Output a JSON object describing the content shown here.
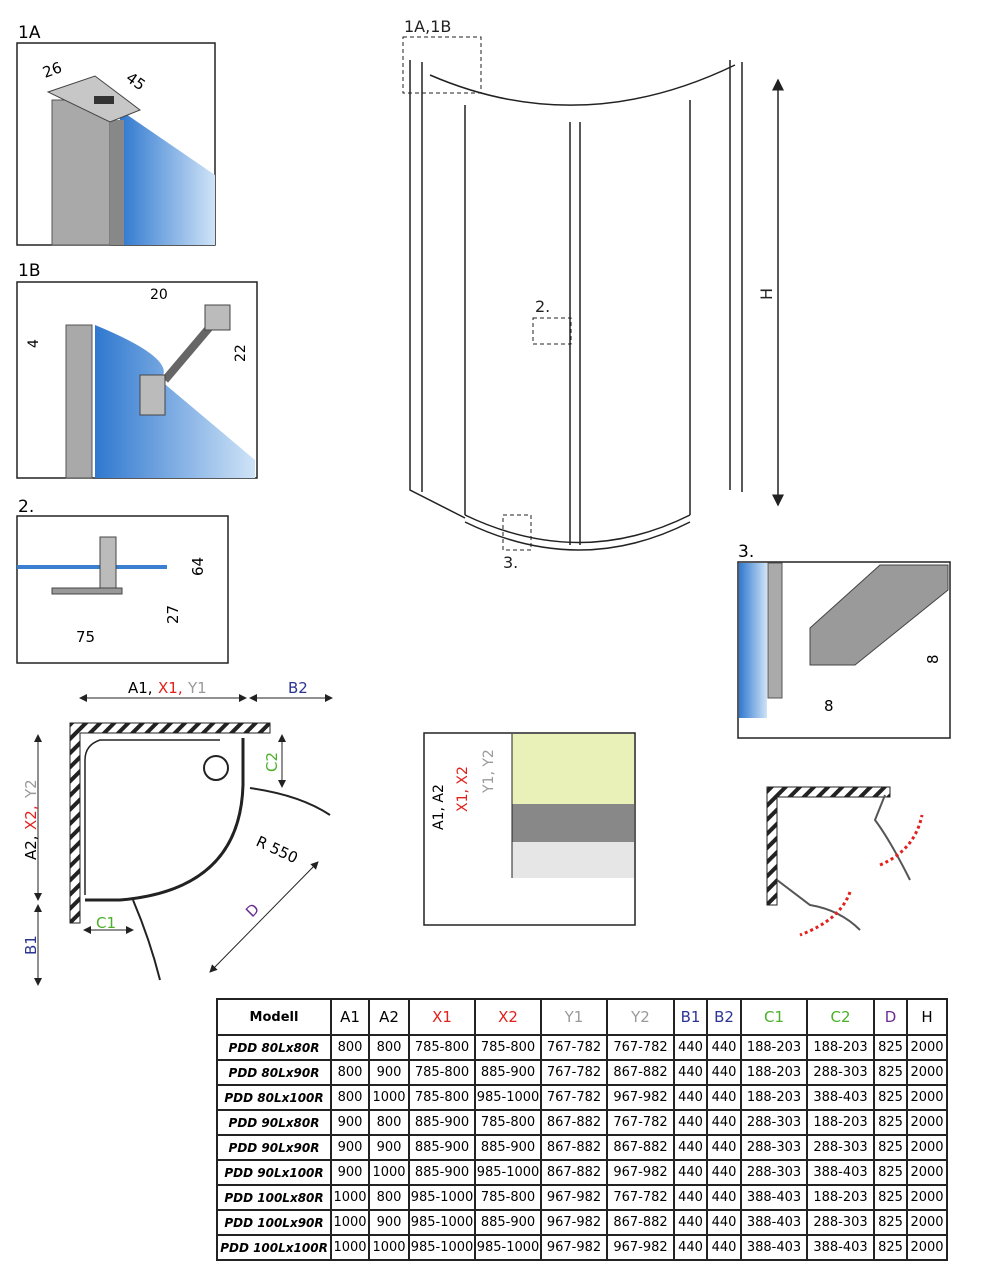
{
  "colors": {
    "red": "#e2211c",
    "gray": "#9a9a9a",
    "blue": "#2b3592",
    "green": "#4caf2a",
    "purple": "#6b2d91",
    "glass": "#4a8fd6"
  },
  "detail_1a": {
    "label": "1A",
    "dim_a": "26",
    "dim_b": "45"
  },
  "detail_1b": {
    "label": "1B",
    "dim_a": "20",
    "dim_b": "4",
    "dim_c": "22"
  },
  "detail_2": {
    "label": "2.",
    "dim_a": "64",
    "dim_b": "27",
    "dim_c": "75"
  },
  "main_view": {
    "callout_1": "1A,1B",
    "callout_2": "2.",
    "callout_3": "3.",
    "height_label": "H"
  },
  "detail_3": {
    "label": "3.",
    "dim_a": "8",
    "dim_b": "8"
  },
  "plan": {
    "a1": "A1,",
    "x1": "X1,",
    "y1": "Y1",
    "b2": "B2",
    "a2": "A2,",
    "x2": "X2,",
    "y2": "Y2",
    "b1": "B1",
    "c1": "C1",
    "c2": "C2",
    "radius": "R 550",
    "d": "D"
  },
  "section": {
    "a": "A1, A2",
    "x": "X1, X2",
    "y": "Y1, Y2"
  },
  "table": {
    "headers": [
      "Modell",
      "A1",
      "A2",
      "X1",
      "X2",
      "Y1",
      "Y2",
      "B1",
      "B2",
      "C1",
      "C2",
      "D",
      "H"
    ],
    "rows": [
      [
        "PDD 80Lx80R",
        "800",
        "800",
        "785-800",
        "785-800",
        "767-782",
        "767-782",
        "440",
        "440",
        "188-203",
        "188-203",
        "825",
        "2000"
      ],
      [
        "PDD 80Lx90R",
        "800",
        "900",
        "785-800",
        "885-900",
        "767-782",
        "867-882",
        "440",
        "440",
        "188-203",
        "288-303",
        "825",
        "2000"
      ],
      [
        "PDD 80Lx100R",
        "800",
        "1000",
        "785-800",
        "985-1000",
        "767-782",
        "967-982",
        "440",
        "440",
        "188-203",
        "388-403",
        "825",
        "2000"
      ],
      [
        "PDD 90Lx80R",
        "900",
        "800",
        "885-900",
        "785-800",
        "867-882",
        "767-782",
        "440",
        "440",
        "288-303",
        "188-203",
        "825",
        "2000"
      ],
      [
        "PDD 90Lx90R",
        "900",
        "900",
        "885-900",
        "885-900",
        "867-882",
        "867-882",
        "440",
        "440",
        "288-303",
        "288-303",
        "825",
        "2000"
      ],
      [
        "PDD 90Lx100R",
        "900",
        "1000",
        "885-900",
        "985-1000",
        "867-882",
        "967-982",
        "440",
        "440",
        "288-303",
        "388-403",
        "825",
        "2000"
      ],
      [
        "PDD 100Lx80R",
        "1000",
        "800",
        "985-1000",
        "785-800",
        "967-982",
        "767-782",
        "440",
        "440",
        "388-403",
        "188-203",
        "825",
        "2000"
      ],
      [
        "PDD 100Lx90R",
        "1000",
        "900",
        "985-1000",
        "885-900",
        "967-982",
        "867-882",
        "440",
        "440",
        "388-403",
        "288-303",
        "825",
        "2000"
      ],
      [
        "PDD 100Lx100R",
        "1000",
        "1000",
        "985-1000",
        "985-1000",
        "967-982",
        "967-982",
        "440",
        "440",
        "388-403",
        "388-403",
        "825",
        "2000"
      ]
    ]
  }
}
